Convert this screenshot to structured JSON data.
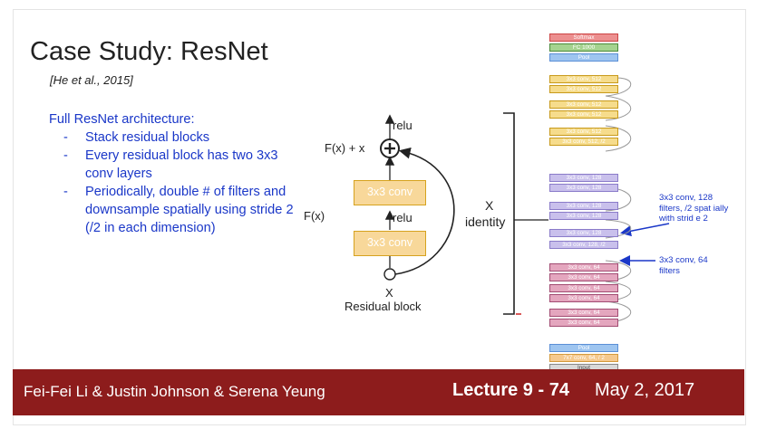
{
  "slide": {
    "title": "Case Study: ResNet",
    "citation": "[He et al., 2015]",
    "bullets_head": "Full ResNet architecture:",
    "bullets": [
      "Stack residual blocks",
      "Every residual block has two 3x3 conv layers",
      "Periodically, double # of filters and downsample spatially using stride 2 (/2 in each dimension)"
    ]
  },
  "block": {
    "relu_top": "relu",
    "sum_label": "F(x) + x",
    "fx_label": "F(x)",
    "conv_top": "3x3 conv",
    "relu_mid": "relu",
    "conv_bottom": "3x3 conv",
    "x_bottom": "X",
    "caption": "Residual block",
    "identity_x": "X",
    "identity": "identity"
  },
  "architecture": {
    "layers": [
      {
        "label": "Softmax",
        "kind": "softmax"
      },
      {
        "label": "FC 1000",
        "kind": "fc"
      },
      {
        "label": "Pool",
        "kind": "pool"
      },
      {
        "label": "3x3 conv, 512",
        "kind": "c512"
      },
      {
        "label": "3x3 conv, 512",
        "kind": "c512"
      },
      {
        "label": "3x3 conv, 512",
        "kind": "c512"
      },
      {
        "label": "3x3 conv, 512",
        "kind": "c512"
      },
      {
        "label": "3x3 conv, 512",
        "kind": "c512"
      },
      {
        "label": "3x3 conv, 512, /2",
        "kind": "c512"
      },
      {
        "label": "3x3 conv, 128",
        "kind": "c128"
      },
      {
        "label": "3x3 conv, 128",
        "kind": "c128"
      },
      {
        "label": "3x3 conv, 128",
        "kind": "c128"
      },
      {
        "label": "3x3 conv, 128",
        "kind": "c128"
      },
      {
        "label": "3x3 conv, 128",
        "kind": "c128"
      },
      {
        "label": "3x3 conv, 128, /2",
        "kind": "c128"
      },
      {
        "label": "3x3 conv, 64",
        "kind": "c64"
      },
      {
        "label": "3x3 conv, 64",
        "kind": "c64"
      },
      {
        "label": "3x3 conv, 64",
        "kind": "c64"
      },
      {
        "label": "3x3 conv, 64",
        "kind": "c64"
      },
      {
        "label": "3x3 conv, 64",
        "kind": "c64"
      },
      {
        "label": "3x3 conv, 64",
        "kind": "c64"
      },
      {
        "label": "Pool",
        "kind": "pool"
      },
      {
        "label": "7x7 conv, 64, / 2",
        "kind": "c7"
      },
      {
        "label": "Input",
        "kind": "input"
      }
    ],
    "annotation_128": "3x3 conv, 128 filters, /2 spat ially with strid e 2",
    "annotation_64": "3x3 conv, 64 filters"
  },
  "colors": {
    "footer_bg": "#8d1c1c",
    "bullet_text": "#1a37c8",
    "conv_fill": "#f8d89a",
    "softmax": "#ec8f8f",
    "fc": "#a5d38f",
    "pool": "#9ec5f0",
    "c512": "#f6dc8c",
    "c128": "#c9c0ec",
    "c64": "#e4a6be",
    "c7": "#f5c98e",
    "input": "#d9d9d9"
  },
  "footer": {
    "names": "Fei-Fei Li & Justin Johnson & Serena Yeung",
    "lecture": "Lecture 9 - 74",
    "date": "May 2, 2017"
  }
}
